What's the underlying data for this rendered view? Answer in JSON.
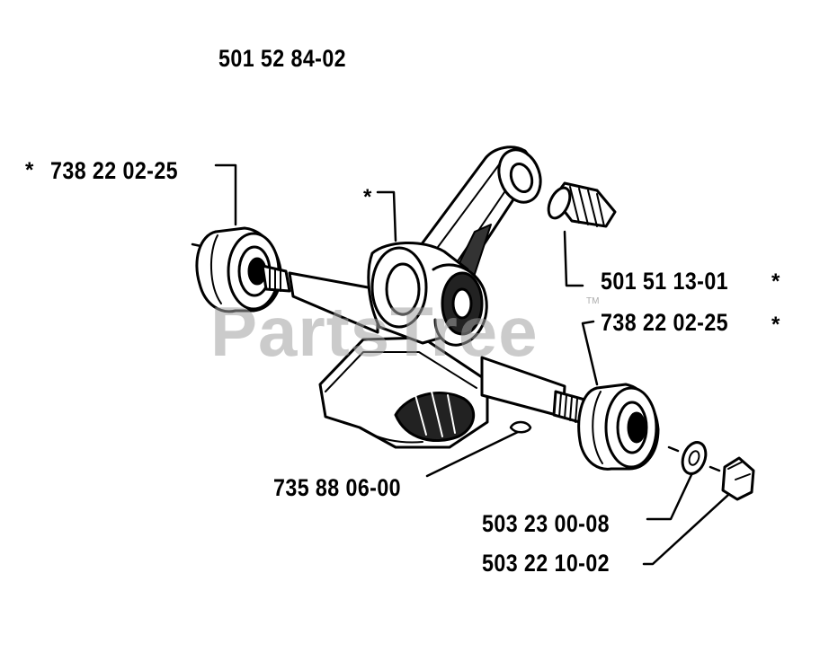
{
  "assembly_part": "501 52 84-02",
  "callouts": {
    "bearing_left": {
      "prefix": "*",
      "part": "738 22 02-25"
    },
    "conrod": {
      "marker": "*"
    },
    "needle_bearing": {
      "part": "501 51 13-01",
      "suffix": "*"
    },
    "bearing_right": {
      "part": "738 22 02-25",
      "suffix": "*"
    },
    "key": {
      "part": "735 88 06-00"
    },
    "washer": {
      "part": "503 23 00-08"
    },
    "nut": {
      "part": "503 22 10-02"
    }
  },
  "watermark": {
    "text": "PartsTree",
    "tm": "TM"
  }
}
